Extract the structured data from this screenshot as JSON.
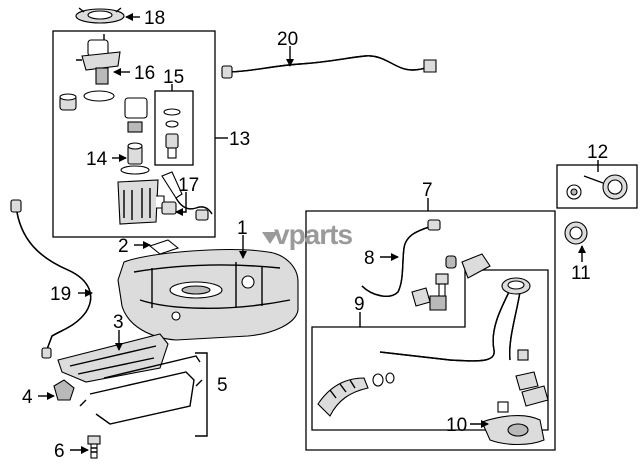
{
  "watermark": "vparts",
  "callouts": {
    "c1": "1",
    "c2": "2",
    "c3": "3",
    "c4": "4",
    "c5": "5",
    "c6": "6",
    "c7": "7",
    "c8": "8",
    "c9": "9",
    "c10": "10",
    "c11": "11",
    "c12": "12",
    "c13": "13",
    "c14": "14",
    "c15": "15",
    "c16": "16",
    "c17": "17",
    "c18": "18",
    "c19": "19",
    "c20": "20"
  }
}
